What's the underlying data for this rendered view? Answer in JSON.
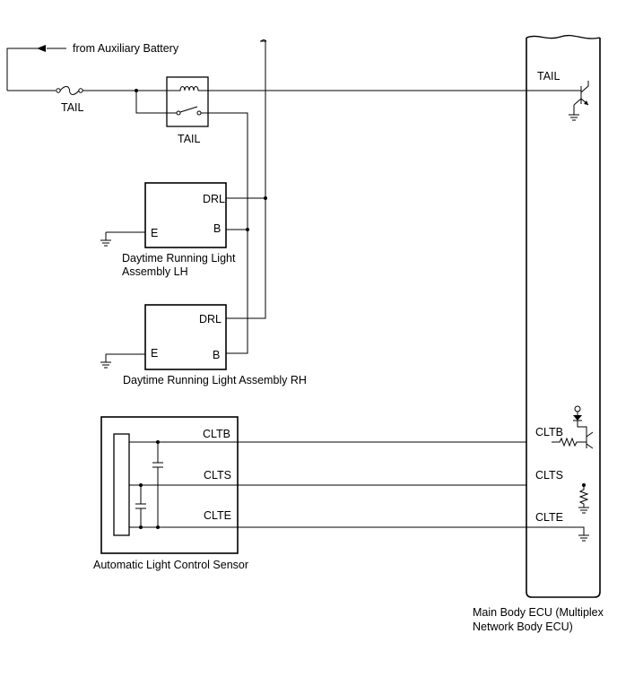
{
  "battery_label": "from Auxiliary Battery",
  "fuse_label": "TAIL",
  "relay_label": "TAIL",
  "drl_lh": {
    "name_line1": "Daytime Running Light",
    "name_line2": "Assembly LH",
    "pin_drl": "DRL",
    "pin_b": "B",
    "pin_e": "E"
  },
  "drl_rh": {
    "name": "Daytime Running Light Assembly RH",
    "pin_drl": "DRL",
    "pin_b": "B",
    "pin_e": "E"
  },
  "sensor": {
    "name": "Automatic Light Control Sensor",
    "pin_cltb": "CLTB",
    "pin_clts": "CLTS",
    "pin_clte": "CLTE"
  },
  "ecu": {
    "name_line1": "Main Body ECU (Multiplex",
    "name_line2": "Network Body ECU)",
    "pin_tail": "TAIL",
    "pin_cltb": "CLTB",
    "pin_clts": "CLTS",
    "pin_clte": "CLTE"
  }
}
